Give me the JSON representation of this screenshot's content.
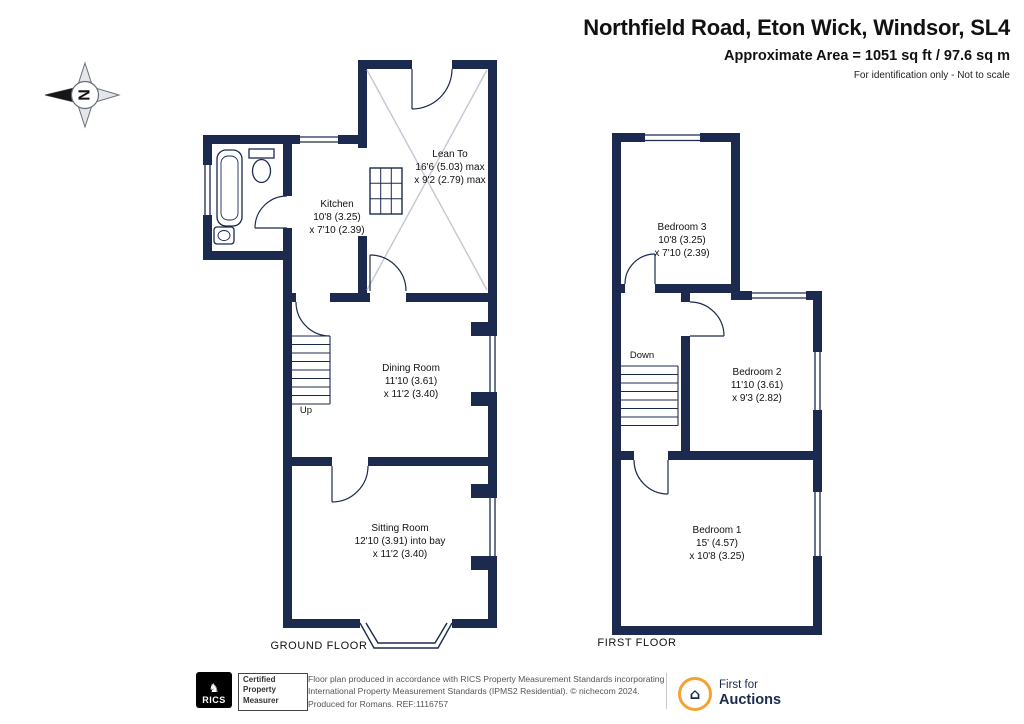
{
  "header": {
    "title": "Northfield Road, Eton Wick, Windsor, SL4",
    "area": "Approximate Area = 1051 sq ft / 97.6 sq m",
    "note": "For identification only - Not to scale"
  },
  "compass": {
    "letter": "N"
  },
  "ground_floor": {
    "label": "GROUND FLOOR",
    "stairs_label": "Up",
    "rooms": {
      "lean_to": {
        "name": "Lean To",
        "dim1": "16'6 (5.03) max",
        "dim2": "x 9'2 (2.79) max"
      },
      "kitchen": {
        "name": "Kitchen",
        "dim1": "10'8 (3.25)",
        "dim2": "x 7'10 (2.39)"
      },
      "dining": {
        "name": "Dining Room",
        "dim1": "11'10 (3.61)",
        "dim2": "x 11'2 (3.40)"
      },
      "sitting": {
        "name": "Sitting Room",
        "dim1": "12'10 (3.91) into bay",
        "dim2": "x 11'2 (3.40)"
      }
    }
  },
  "first_floor": {
    "label": "FIRST FLOOR",
    "stairs_label": "Down",
    "rooms": {
      "bedroom3": {
        "name": "Bedroom 3",
        "dim1": "10'8 (3.25)",
        "dim2": "x 7'10 (2.39)"
      },
      "bedroom2": {
        "name": "Bedroom 2",
        "dim1": "11'10 (3.61)",
        "dim2": "x 9'3 (2.82)"
      },
      "bedroom1": {
        "name": "Bedroom 1",
        "dim1": "15' (4.57)",
        "dim2": "x 10'8 (3.25)"
      }
    }
  },
  "footer": {
    "rics_logo": "RICS",
    "certified": [
      "Certified",
      "Property",
      "Measurer"
    ],
    "disclaimer_line1": "Floor plan produced in accordance with RICS Property Measurement Standards incorporating",
    "disclaimer_line2": "International Property Measurement Standards (IPMS2 Residential).  © nichecom 2024.",
    "disclaimer_line3": "Produced for Romans.  REF:1116757",
    "auctions_line1": "First for",
    "auctions_line2": "Auctions"
  },
  "icons": {
    "rics_mark": "♞",
    "house": "⌂"
  },
  "colors": {
    "wall": "#1b2a4e",
    "accent_orange": "#f2a333"
  }
}
